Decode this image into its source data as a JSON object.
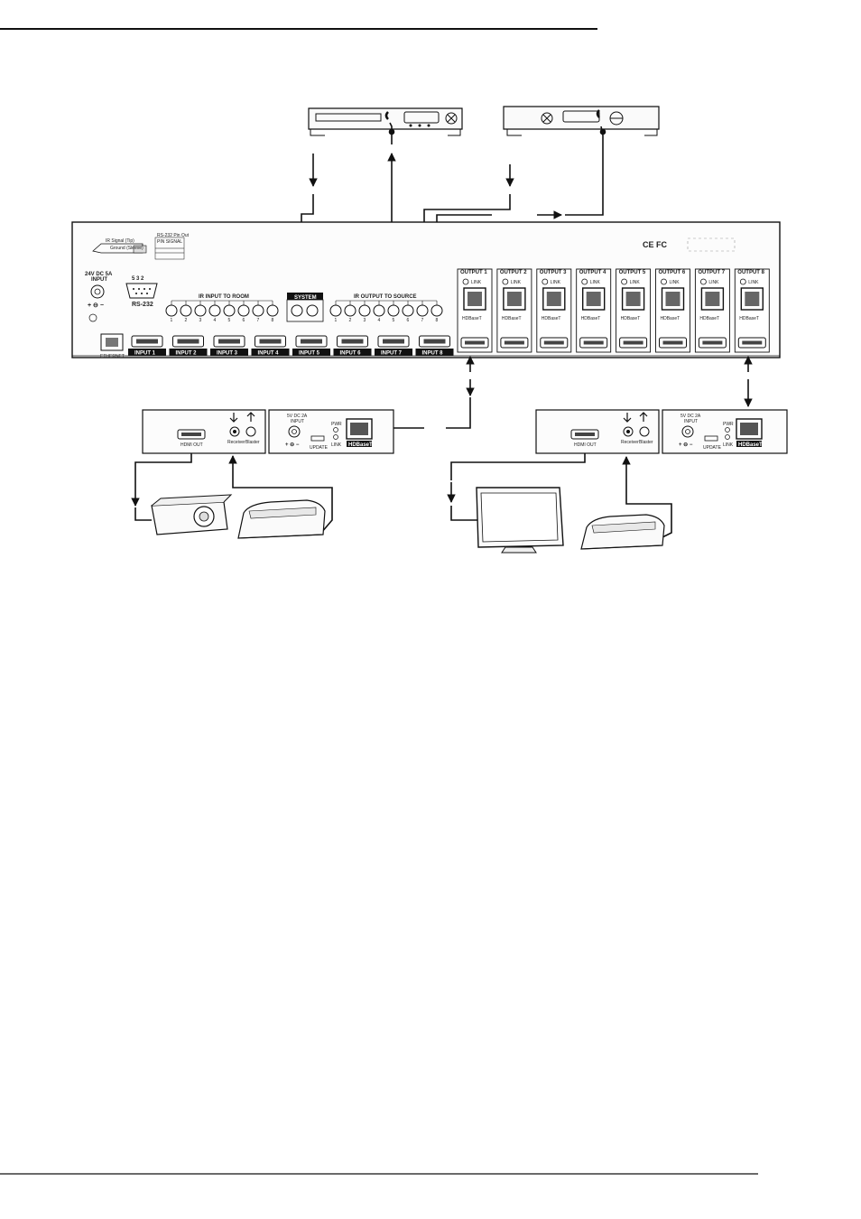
{
  "matrix": {
    "power_label": "24V DC 5A",
    "power_sub": "INPUT",
    "rs232_label": "RS-232",
    "rs232_pins": "5   3  2",
    "ir_jack_tip": "IR Signal (Tip)",
    "ir_jack_sleeve": "Ground (Sleeve)",
    "pinout_title": "RS-232 Pin Out",
    "pinout_header": "PIN  SIGNAL",
    "ir_in_label": "IR INPUT TO ROOM",
    "system_label": "SYSTEM",
    "ir_out_label": "IR OUTPUT TO SOURCE",
    "ethernet_label": "ETHERNET",
    "cert_label": "CE FC",
    "port_numbers": [
      "1",
      "2",
      "3",
      "4",
      "5",
      "6",
      "7",
      "8"
    ],
    "inputs": [
      "INPUT 1",
      "INPUT 2",
      "INPUT 3",
      "INPUT 4",
      "INPUT 5",
      "INPUT 6",
      "INPUT 7",
      "INPUT 8"
    ],
    "outputs": [
      "OUTPUT 1",
      "OUTPUT 2",
      "OUTPUT 3",
      "OUTPUT 4",
      "OUTPUT 5",
      "OUTPUT 6",
      "OUTPUT 7",
      "OUTPUT 8"
    ],
    "link_label": "LINK",
    "hdbaset_label": "HDBaseT"
  },
  "receiver_left": {
    "hdmi_out_label": "HDMI OUT",
    "ir_receiver_label": "Receiver",
    "ir_blaster_label": "Blaster",
    "power_label": "5V DC 2A",
    "power_sub": "INPUT",
    "update_label": "UPDATE",
    "pwr_label": "PWR",
    "link_label": "LINK",
    "hdbaset_label": "HDBaseT"
  },
  "receiver_right": {
    "hdmi_out_label": "HDMI OUT",
    "ir_receiver_label": "Receiver",
    "ir_blaster_label": "Blaster",
    "power_label": "5V DC 2A",
    "power_sub": "INPUT",
    "update_label": "UPDATE",
    "pwr_label": "PWR",
    "link_label": "LINK",
    "hdbaset_label": "HDBaseT"
  }
}
